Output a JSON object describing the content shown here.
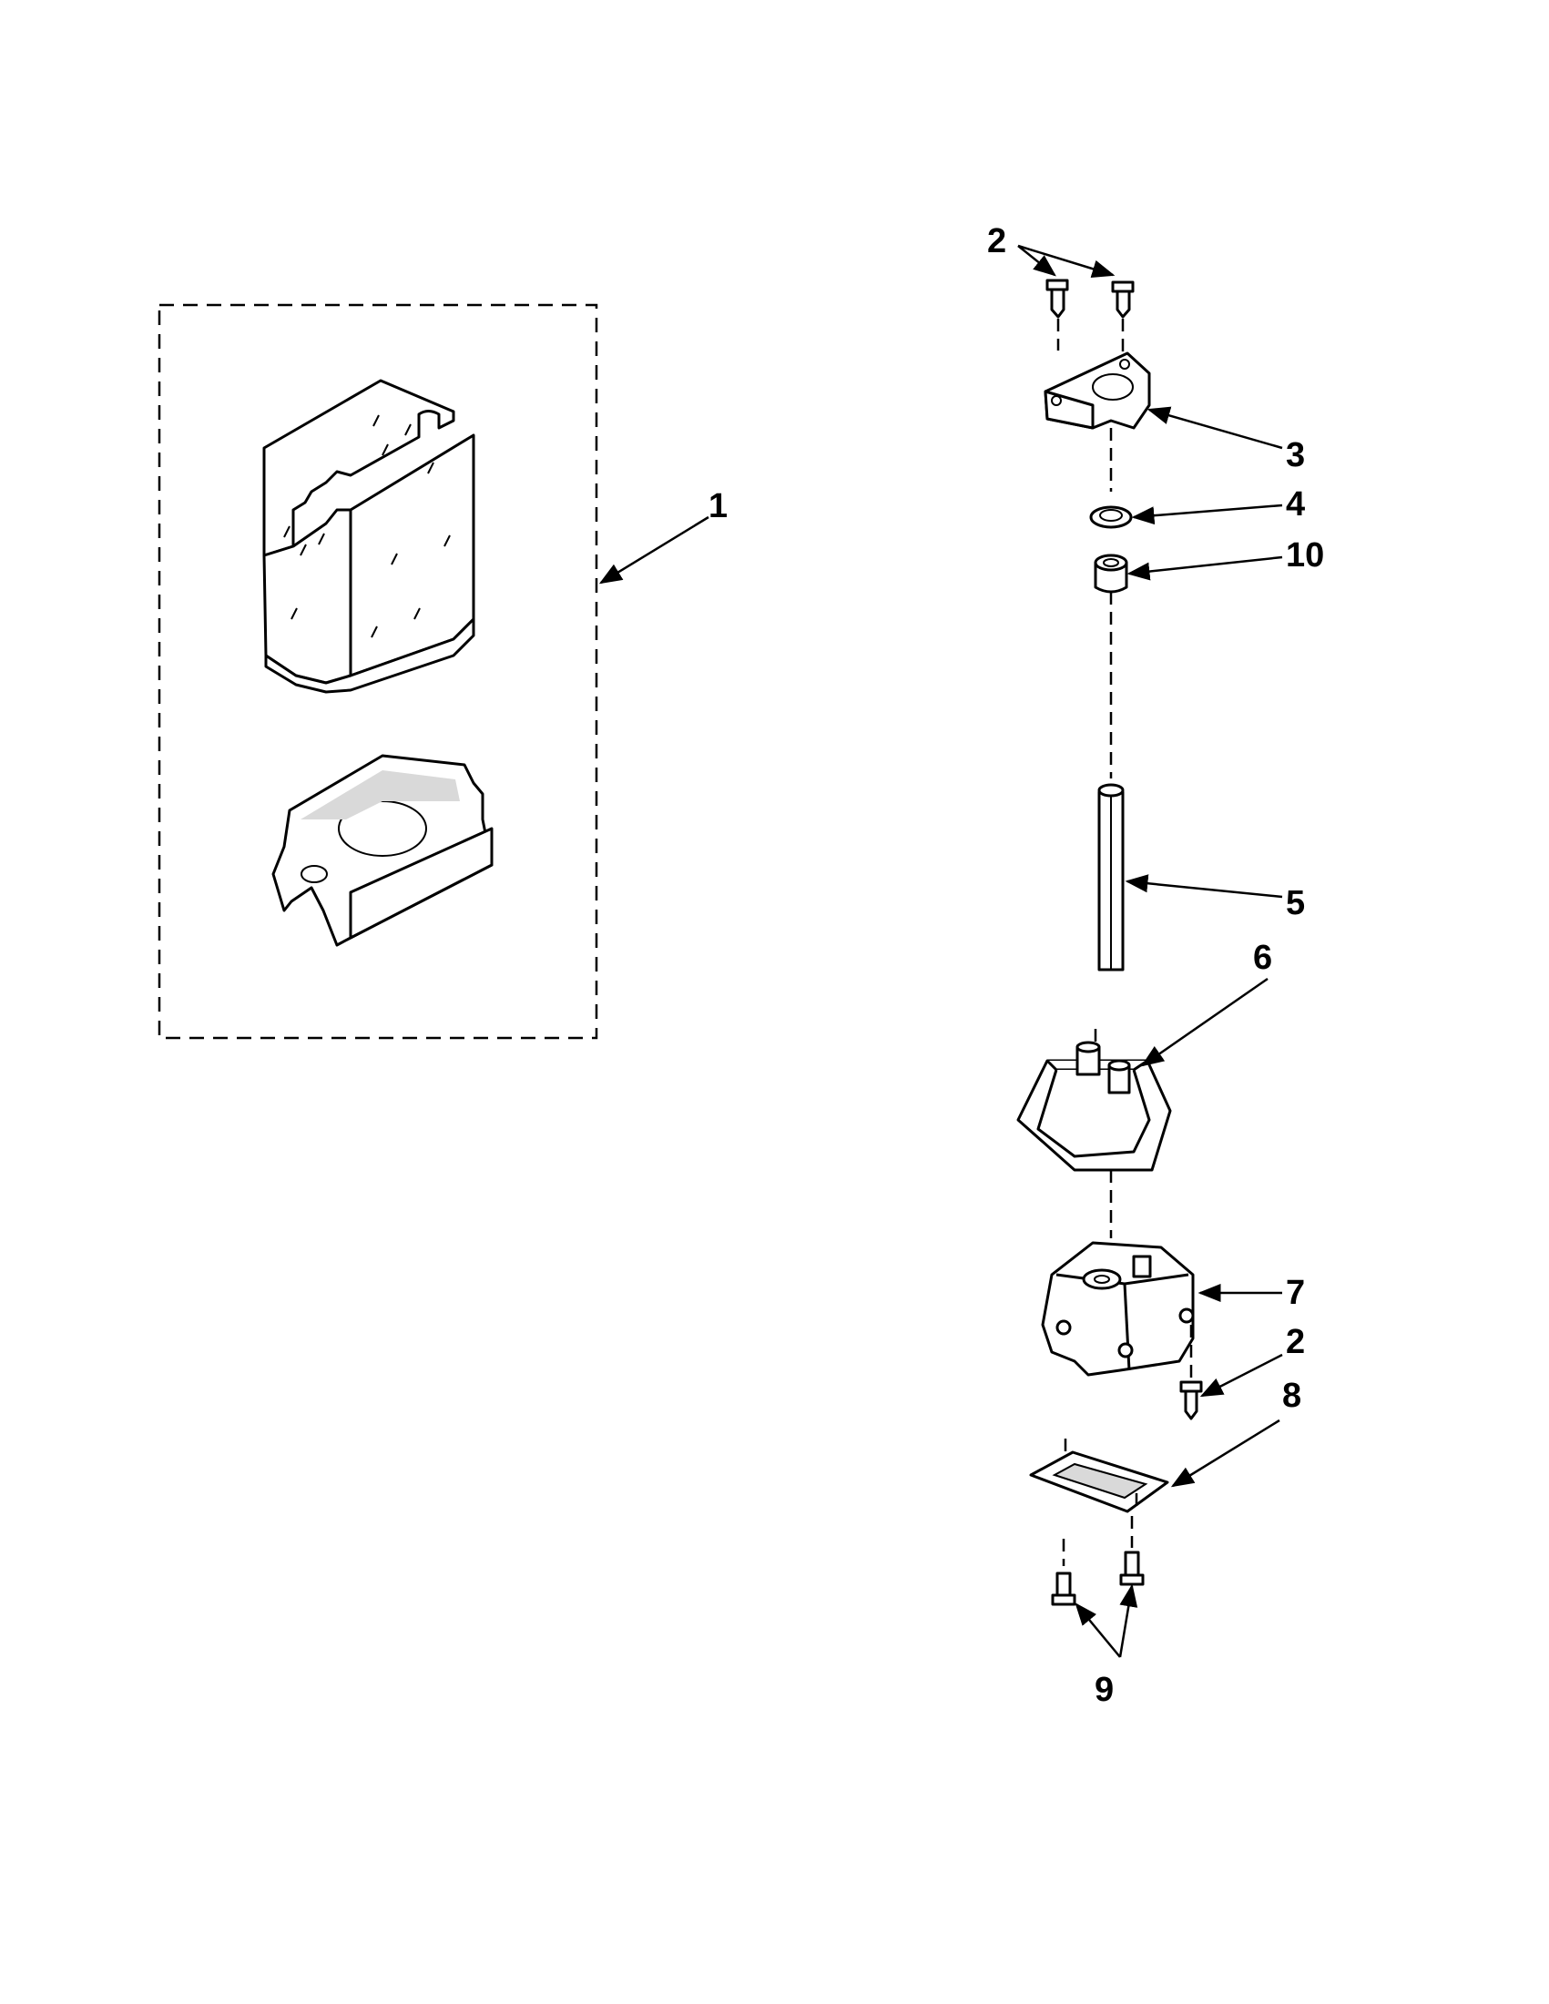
{
  "callouts": [
    {
      "id": "1",
      "label": "1"
    },
    {
      "id": "2-top",
      "label": "2"
    },
    {
      "id": "3",
      "label": "3"
    },
    {
      "id": "4",
      "label": "4"
    },
    {
      "id": "10",
      "label": "10"
    },
    {
      "id": "5",
      "label": "5"
    },
    {
      "id": "6",
      "label": "6"
    },
    {
      "id": "7",
      "label": "7"
    },
    {
      "id": "2-mid",
      "label": "2"
    },
    {
      "id": "8",
      "label": "8"
    },
    {
      "id": "9",
      "label": "9"
    }
  ]
}
